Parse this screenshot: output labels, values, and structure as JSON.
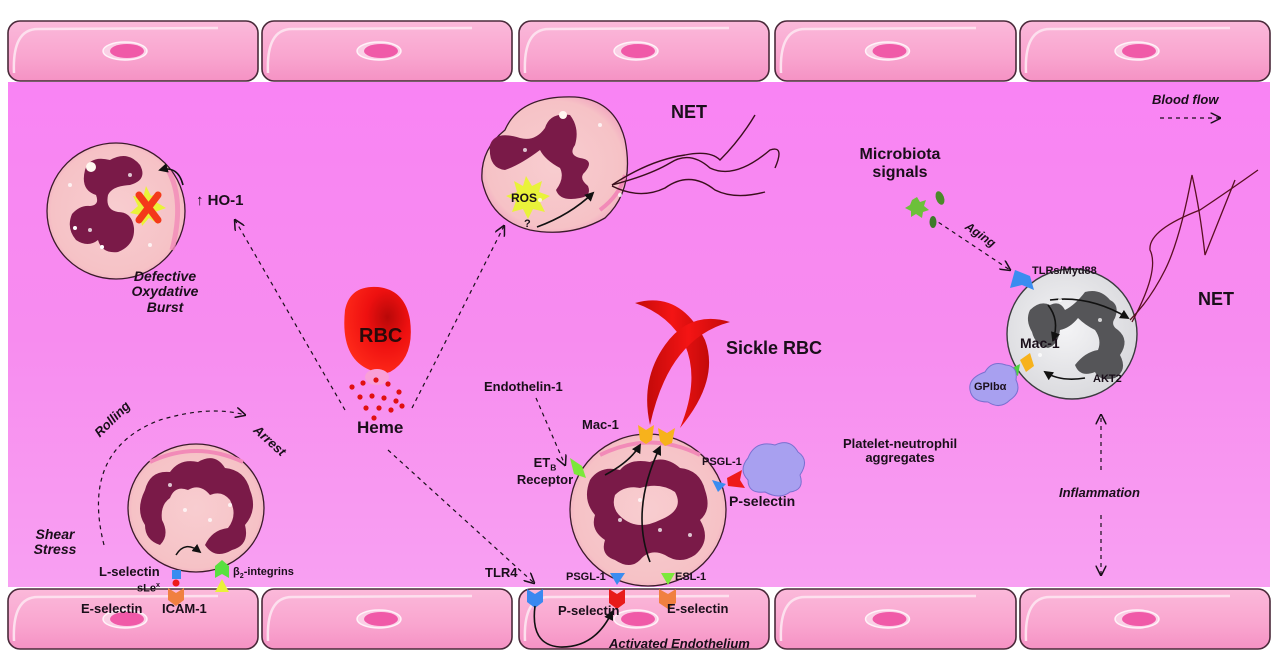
{
  "colors": {
    "lumen": "#f986f4",
    "endothelial_cell": "#f9a6cf",
    "endothelial_nucleus": "#f05aa8",
    "neutrophil_cytoplasm": "#f6c4c8",
    "neutrophil_nucleus": "#7a1a48",
    "aged_neutrophil_cytoplasm": "#e8e8ea",
    "aged_neutrophil_nucleus": "#555558",
    "rbc": "#ee1010",
    "platelet": "#a8a0f0",
    "microbe": "#5fa83a",
    "text": "#1a0f1a"
  },
  "labels": {
    "blood_flow": "Blood flow",
    "net_top": "NET",
    "net_right": "NET",
    "microbiota": "Microbiota",
    "signals": "signals",
    "aging": "Aging",
    "tlrs_myd88": "TLRs/Myd88",
    "mac1_aged": "Mac-1",
    "akt2": "AKT2",
    "gpib": "GPIbα",
    "ho1": "↑ HO-1",
    "defective": "Defective",
    "oxydative": "Oxydative",
    "burst": "Burst",
    "ros": "ROS",
    "question": "?",
    "rbc": "RBC",
    "heme": "Heme",
    "sickle_rbc": "Sickle RBC",
    "endothelin": "Endothelin-1",
    "mac1": "Mac-1",
    "et": "ET",
    "et_sub": "B",
    "receptor": "Receptor",
    "psgl1_right": "PSGL-1",
    "p_selectin_platelet": "P-selectin",
    "platelet_neutrophil": "Platelet-neutrophil",
    "aggregates": "aggregates",
    "inflammation": "Inflammation",
    "rolling": "Rolling",
    "arrest": "Arrest",
    "shear": "Shear",
    "stress": "Stress",
    "l_selectin": "L-selectin",
    "slex": "sLe",
    "slex_sup": "x",
    "beta2": "β",
    "beta2_sub": "2",
    "beta2_rest": "-integrins",
    "e_selectin_left": "E-selectin",
    "icam1": "ICAM-1",
    "tlr4": "TLR4",
    "psgl1_bottom": "PSGL-1",
    "esl1": "ESL-1",
    "p_selectin_endo": "P-selectin",
    "e_selectin_endo": "E-selectin",
    "activated_endothelium": "Activated Endothelium"
  }
}
